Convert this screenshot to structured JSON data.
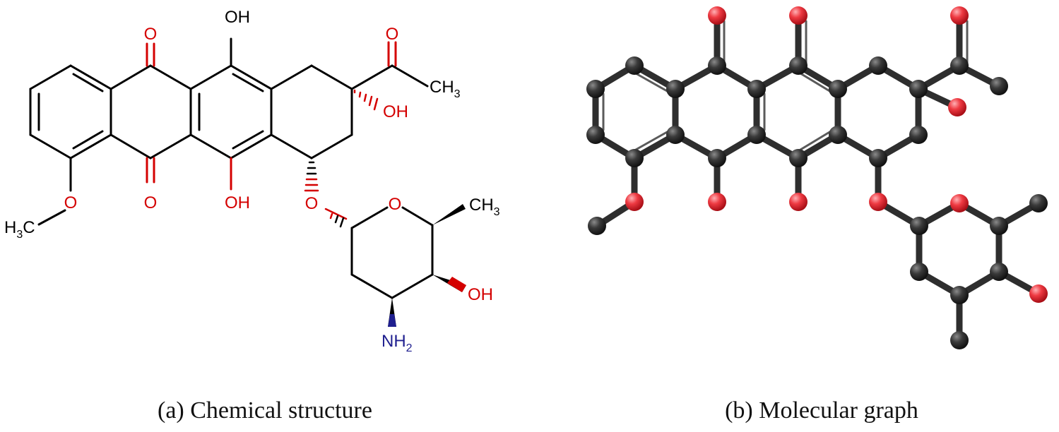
{
  "colors": {
    "bond": "#000000",
    "oxygen": "#d40000",
    "nitrogen": "#1f1f8f",
    "carbon_node": "#333333",
    "oxygen_node": "#e8333c"
  },
  "panel_a": {
    "caption": "(a) Chemical structure",
    "labels": {
      "o_top": "O",
      "oh_top": "OH",
      "o_acetyl": "O",
      "ch3_acetyl": "CH",
      "ch3_acetyl_sub": "3",
      "oh_ring": "OH",
      "o_bottom": "O",
      "oh_bottom": "OH",
      "o_methoxy": "O",
      "h3c": "H",
      "h3c_sub": "3",
      "h3c_c": "C",
      "o_glyco": "O",
      "o_sugar": "O",
      "ch3_sugar": "CH",
      "ch3_sugar_sub": "3",
      "oh_sugar": "OH",
      "nh2": "NH",
      "nh2_sub": "2"
    }
  },
  "panel_b": {
    "caption": "(b) Molecular graph"
  }
}
